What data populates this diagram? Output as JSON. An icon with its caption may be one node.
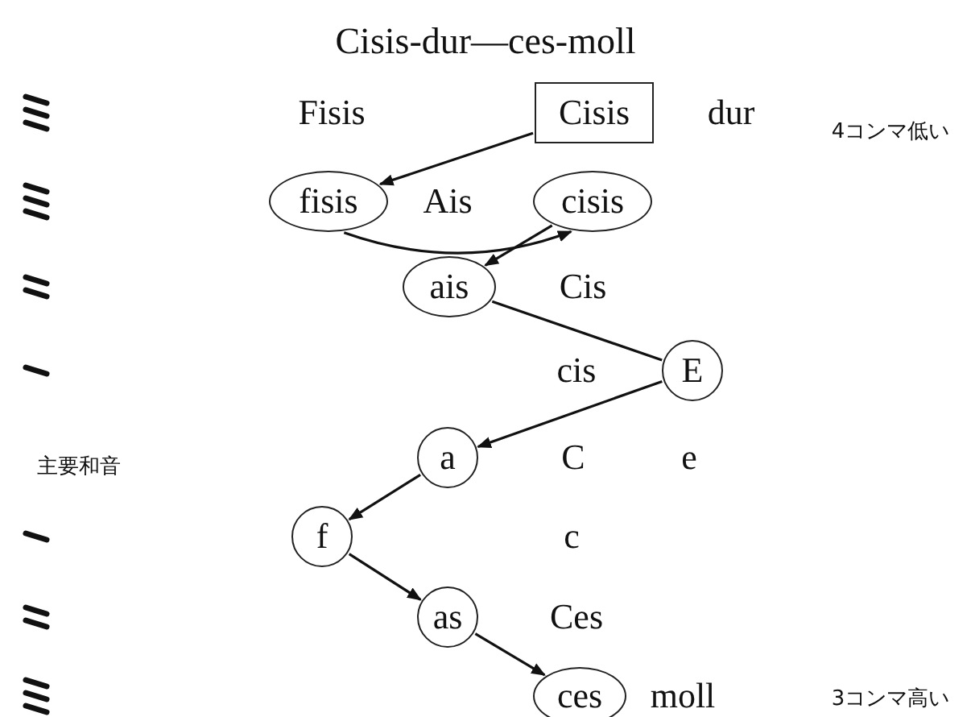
{
  "diagram": {
    "title": "Cisis-dur—ces-moll",
    "nodes": [
      {
        "text": [
          "Cisis"
        ]
      },
      {
        "text": [
          "fisis"
        ]
      },
      {
        "text": [
          "cisis"
        ]
      },
      {
        "text": [
          "ais"
        ]
      },
      {
        "text": [
          "E"
        ]
      },
      {
        "text": [
          "a"
        ]
      },
      {
        "text": [
          "f"
        ]
      },
      {
        "text": [
          "as"
        ]
      },
      {
        "text": [
          "ces"
        ]
      }
    ],
    "edges": [
      {
        "from": 0,
        "to": 1,
        "arrow": "to"
      },
      {
        "from": 1,
        "to": 2,
        "arrow": "to"
      },
      {
        "from": 2,
        "to": 3,
        "arrow": "to"
      },
      {
        "from": 3,
        "to": 4,
        "arrow": "none"
      },
      {
        "from": 4,
        "to": 5,
        "arrow": "to"
      },
      {
        "from": 5,
        "to": 6,
        "arrow": "to"
      },
      {
        "from": 6,
        "to": 7,
        "arrow": "to"
      },
      {
        "from": 7,
        "to": 8,
        "arrow": "to"
      }
    ],
    "labels": [
      "Fisis",
      "dur",
      "4コンマ低い",
      "Ais",
      "Cis",
      "cis",
      "主要和音",
      "C",
      "e",
      "c",
      "Ces",
      "moll",
      "3コンマ高い"
    ]
  }
}
